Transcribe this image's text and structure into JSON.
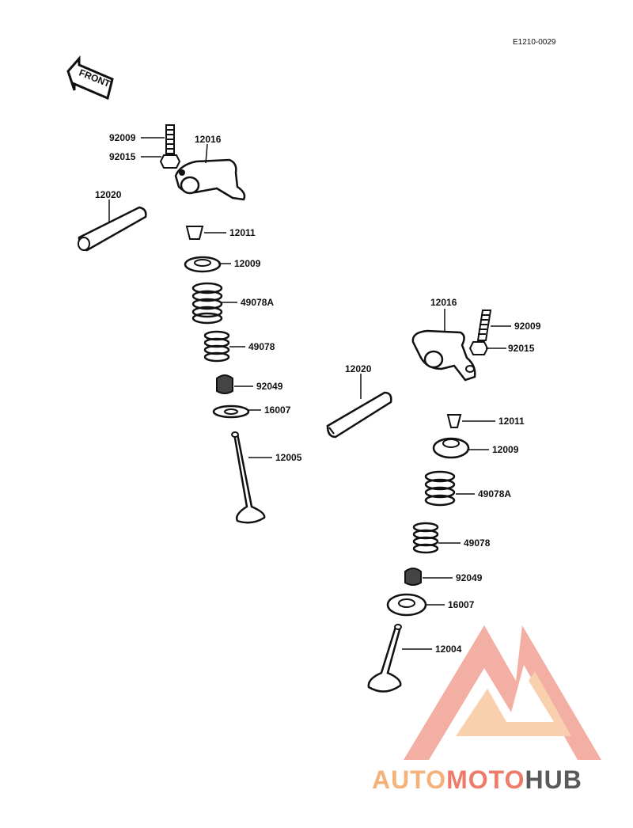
{
  "diagram_code": "E1210-0029",
  "front_label": "FRONT",
  "parts_left": {
    "bolt": "92009",
    "nut": "92015",
    "rocker_arm": "12016",
    "rocker_shaft": "12020",
    "cotter": "12011",
    "retainer": "12009",
    "outer_spring": "49078A",
    "inner_spring": "49078",
    "seal": "92049",
    "seat": "16007",
    "valve": "12005"
  },
  "parts_right": {
    "rocker_arm": "12016",
    "bolt": "92009",
    "nut": "92015",
    "rocker_shaft": "12020",
    "cotter": "12011",
    "retainer": "12009",
    "outer_spring": "49078A",
    "inner_spring": "49078",
    "seal": "92049",
    "seat": "16007",
    "valve": "12004"
  },
  "watermark": {
    "part1": "AUTO",
    "part2": "MOTO",
    "part3": "HUB",
    "color_light": "#f4b27a",
    "color_mid": "#ee7b6a",
    "color_dark": "#5a5a5a"
  }
}
